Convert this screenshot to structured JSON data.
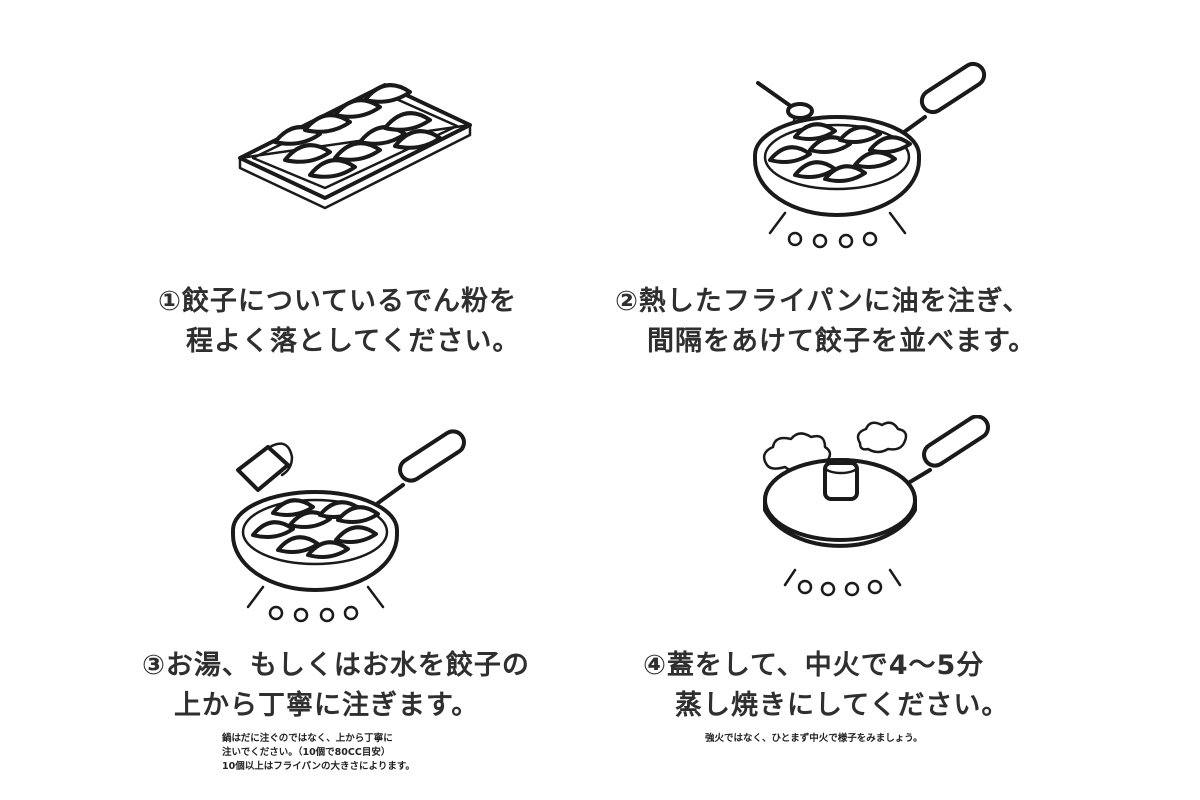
{
  "steps": [
    {
      "id": 1,
      "lines": [
        "①餃子についているでん粉を",
        "程よく落としてください。"
      ]
    },
    {
      "id": 2,
      "lines": [
        "②熱したフライパンに油を注ぎ、",
        "間隔をあけて餃子を並べます。"
      ]
    },
    {
      "id": 3,
      "lines": [
        "③お湯、もしくはお水を餃子の",
        "上から丁寧に注ぎます。"
      ],
      "note": [
        "鍋はだに注ぐのではなく、上から丁寧に",
        "注いでください。（10個で80CC目安）",
        "10個以上はフライパンの大きさによります。"
      ]
    },
    {
      "id": 4,
      "lines": [
        "④蓋をして、中火で4～5分",
        "蒸し焼きにしてください。"
      ],
      "note": [
        "強火ではなく、ひとまず中火で様子をみましょう。"
      ]
    }
  ],
  "icons": {
    "tray": "gyoza-tray-icon",
    "pan_oil": "frying-pan-oil-icon",
    "pan_water": "frying-pan-water-icon",
    "pan_lid": "frying-pan-lid-icon"
  }
}
